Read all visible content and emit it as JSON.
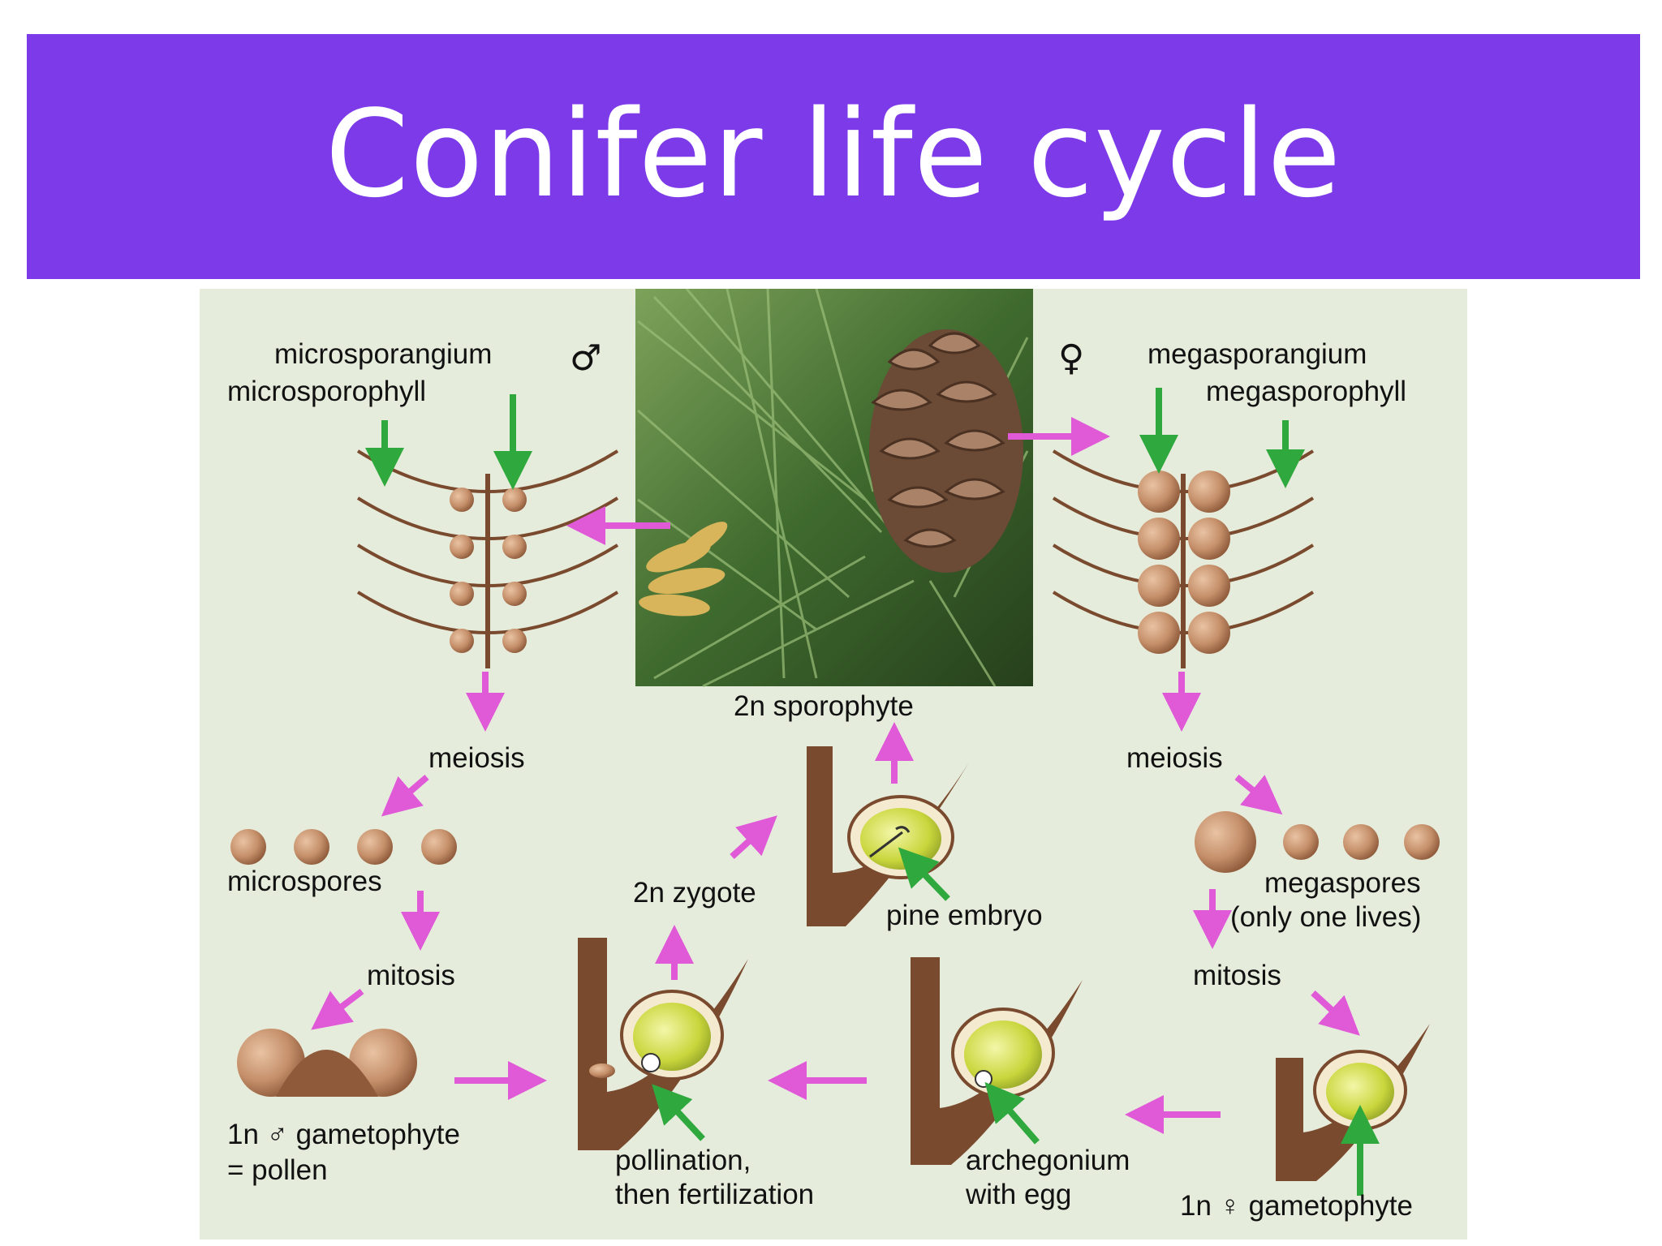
{
  "title": "Conifer life cycle",
  "colors": {
    "title_bar": "#7d3ae8",
    "diagram_background": "#e6ecdc",
    "stem": "#7a4a2e",
    "spore": "#c8906a",
    "ovule": "#c7d43a",
    "arrow_magenta": "#e05ad8",
    "arrow_green": "#2fa83e"
  },
  "labels": {
    "male_symbol": "♂",
    "female_symbol": "♀",
    "microsporangium": "microsporangium",
    "microsporophyll": "microsporophyll",
    "megasporangium": "megasporangium",
    "megasporophyll": "megasporophyll",
    "sporophyte": "2n sporophyte",
    "meiosis_left": "meiosis",
    "meiosis_right": "meiosis",
    "microspores": "microspores",
    "megaspores": "megaspores",
    "only_one_lives": "(only one lives)",
    "mitosis_left": "mitosis",
    "mitosis_right": "mitosis",
    "zygote": "2n zygote",
    "pine_embryo": "pine embryo",
    "male_gametophyte": "1n ♂ gametophyte",
    "pollen": "= pollen",
    "pollination": "pollination,",
    "fertilization": "then fertilization",
    "archegonium": "archegonium",
    "with_egg": "with egg",
    "female_gametophyte": "1n ♀ gametophyte"
  }
}
